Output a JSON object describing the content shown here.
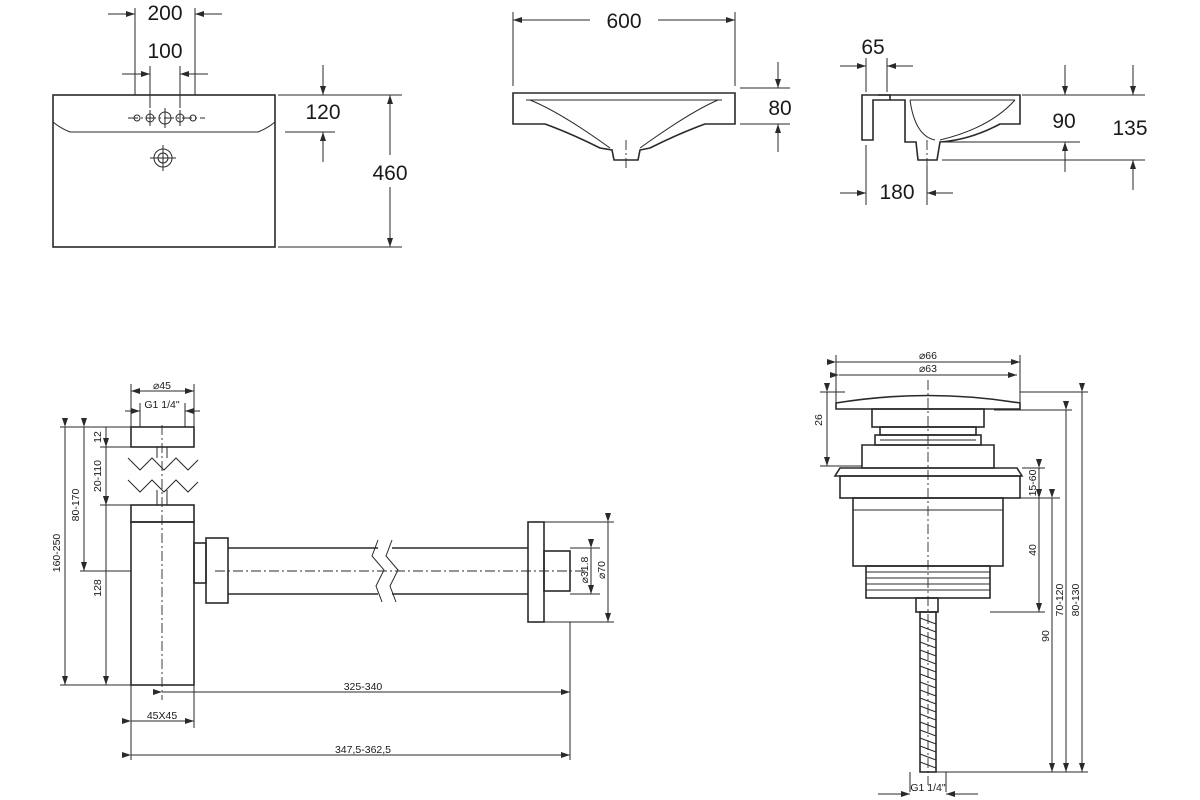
{
  "views": {
    "basin_top": {
      "dimensions": {
        "width_total": "200",
        "tap_spacing": "100",
        "tap_offset": "120",
        "depth": "460"
      }
    },
    "basin_front": {
      "dimensions": {
        "width": "600",
        "height": "80"
      }
    },
    "basin_side": {
      "dimensions": {
        "lip": "65",
        "drain_height": "90",
        "overall_height": "135",
        "drain_offset": "180"
      }
    },
    "siphon": {
      "dimensions": {
        "top_diameter": "⌀45",
        "thread": "G1 1/4\"",
        "cap_height": "12",
        "adjust_range": "20-110",
        "upper_range": "80-170",
        "total_height": "160-250",
        "body_height": "128",
        "pipe_diameter": "⌀31.8",
        "flange_diameter": "⌀70",
        "pipe_length": "325-340",
        "body_section": "45X45",
        "overall_length": "347,5-362,5"
      }
    },
    "drain_valve": {
      "dimensions": {
        "cap_outer_diameter": "⌀66",
        "cap_inner_diameter": "⌀63",
        "cap_height": "26",
        "clamp_range": "15-60",
        "body_height": "40",
        "shaft_range_a": "70-120",
        "shaft_range_b": "80-130",
        "shaft_total": "90",
        "thread": "G1 1/4\""
      }
    }
  }
}
